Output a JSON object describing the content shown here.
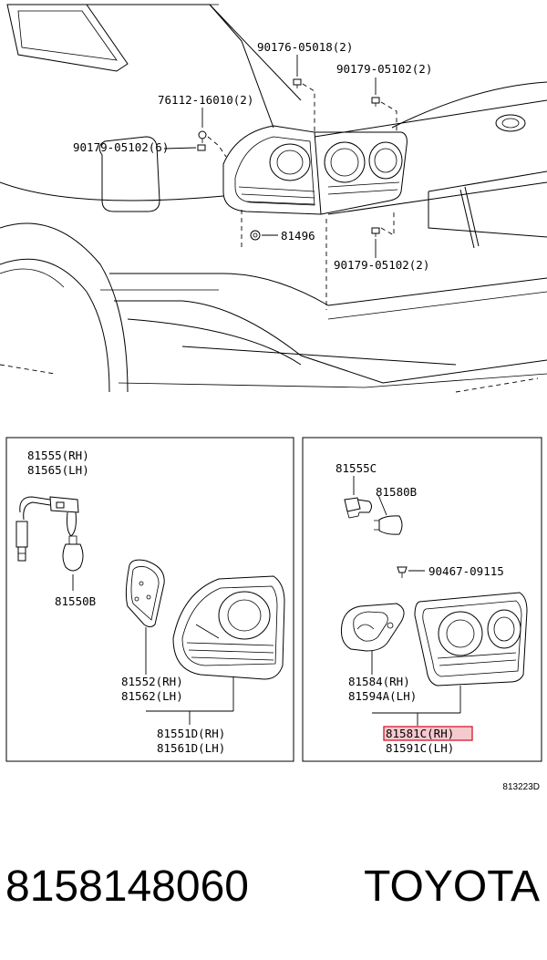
{
  "parts": {
    "top": {
      "p90176": "90176-05018(2)",
      "p90179_tr": "90179-05102(2)",
      "p76112": "76112-16010(2)",
      "p90179_l": "90179-05102(6)",
      "p81496": "81496",
      "p90179_br": "90179-05102(2)"
    },
    "left_box": {
      "p81555": "81555(RH)",
      "p81565": "81565(LH)",
      "p81550b": "81550B",
      "p81552": "81552(RH)",
      "p81562": "81562(LH)",
      "p81551d": "81551D(RH)",
      "p81561d": "81561D(LH)"
    },
    "right_box": {
      "p81555c": "81555C",
      "p81580b": "81580B",
      "p90467": "90467-09115",
      "p81584": "81584(RH)",
      "p81594a": "81594A(LH)",
      "p81581c": "81581C(RH)",
      "p81591c": "81591C(LH)"
    },
    "highlight_color": "#d21b2c"
  },
  "diagram_code": "813223D",
  "footer": {
    "part_number": "8158148060",
    "brand": "TOYOTA"
  }
}
